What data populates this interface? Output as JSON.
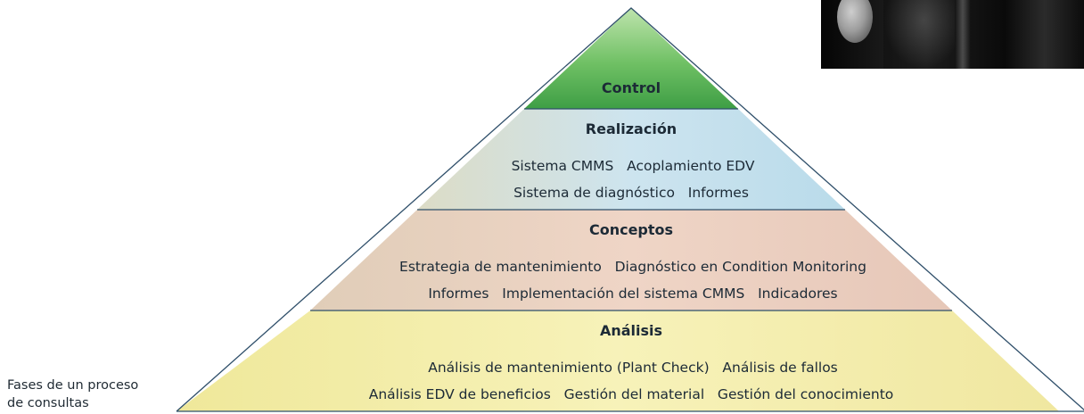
{
  "pyramid": {
    "levels": [
      {
        "title": "Control",
        "lines": []
      },
      {
        "title": "Realización",
        "lines": [
          "Sistema CMMS   Acoplamiento EDV",
          "Sistema de diagnóstico   Informes"
        ]
      },
      {
        "title": "Conceptos",
        "lines": [
          "Estrategia de mantenimiento   Diagnóstico en Condition Monitoring",
          "Informes   Implementación del sistema CMMS   Indicadores"
        ]
      },
      {
        "title": "Análisis",
        "lines": [
          "Análisis de mantenimiento (Plant Check)   Análisis de fallos",
          "Análisis EDV de beneficios   Gestión del material   Gestión del conocimiento"
        ]
      }
    ]
  },
  "caption": {
    "line1": "Fases de un proceso",
    "line2": "de consultas"
  },
  "colors": {
    "control": "#5fb45a",
    "realizacion": "#cfe3ec",
    "conceptos": "#ecd3c2",
    "analisis": "#f3eca0",
    "outline": "#2f4f6a"
  }
}
